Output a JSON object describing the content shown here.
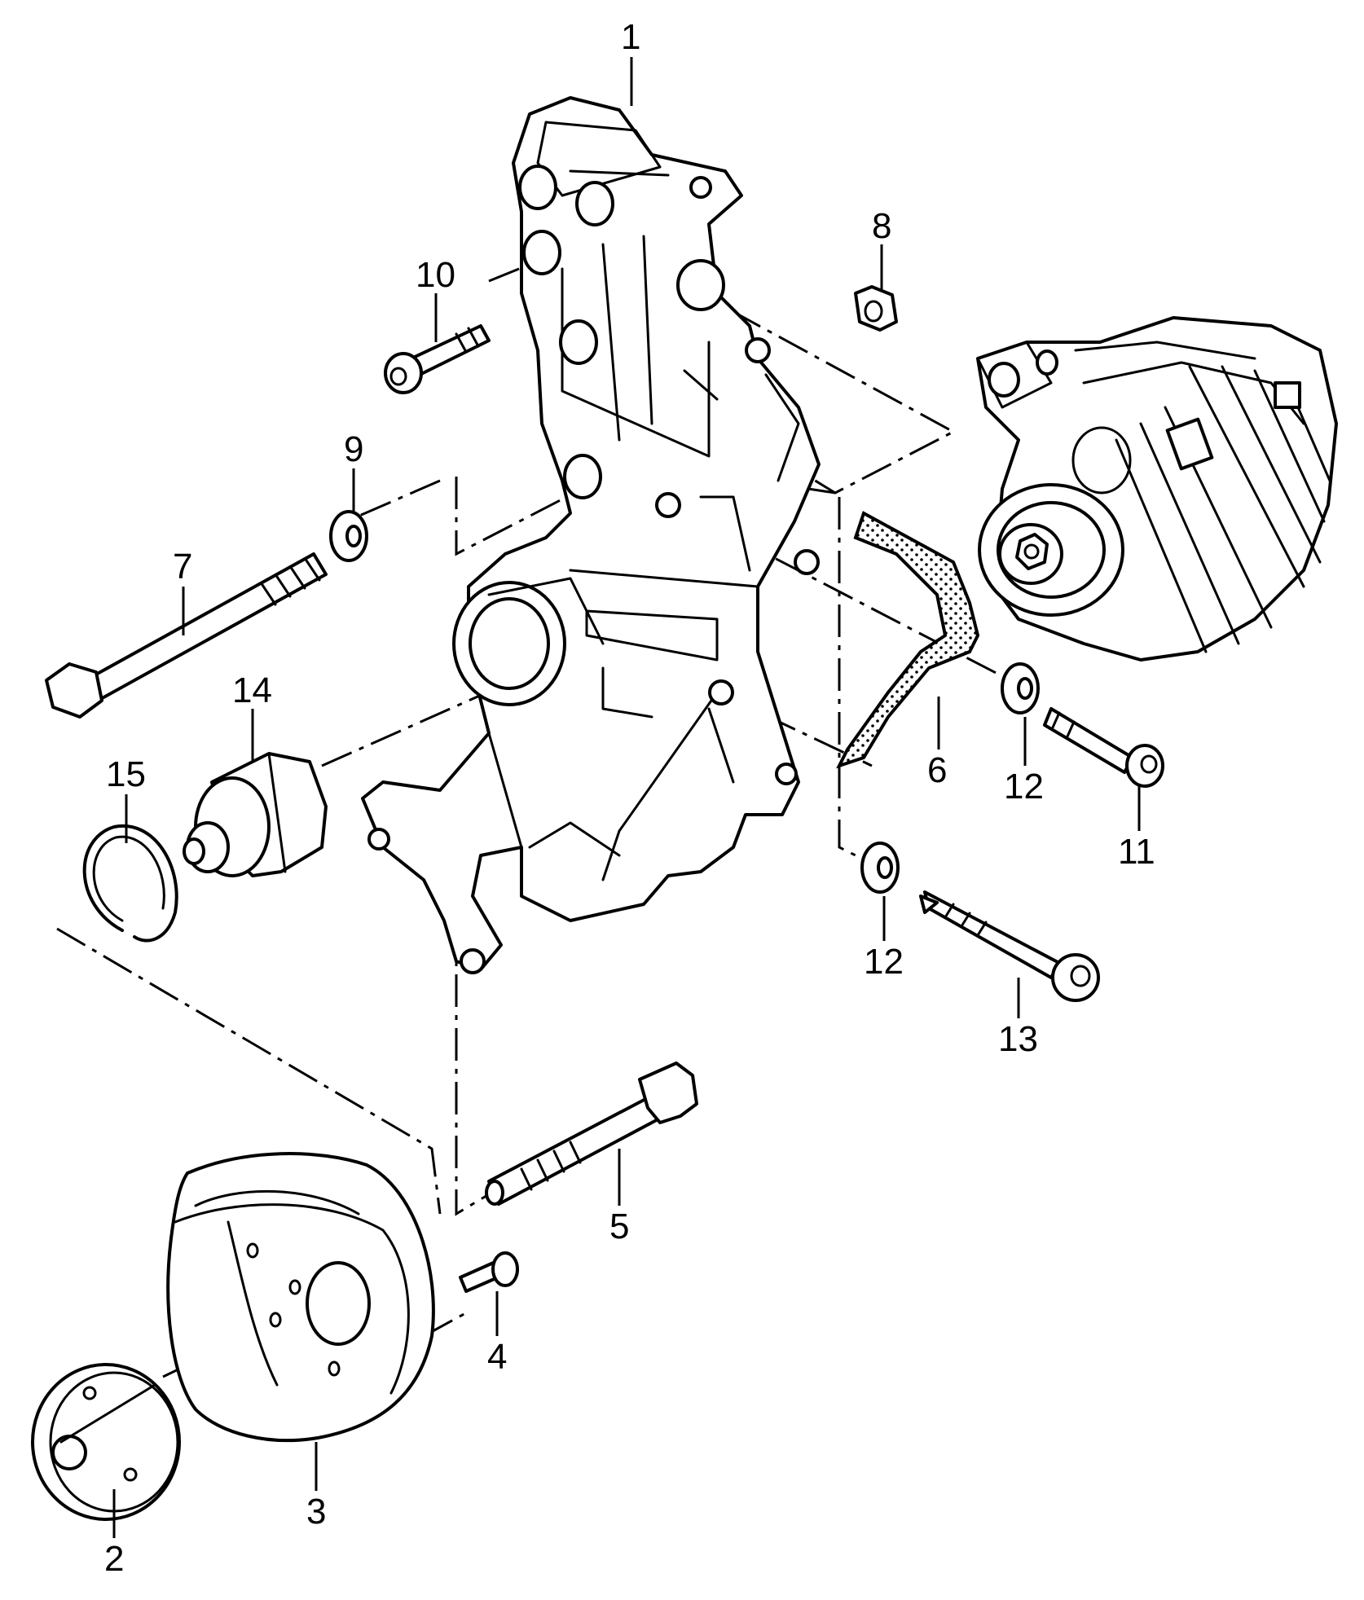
{
  "diagram": {
    "colors": {
      "ink": "#000000",
      "paper": "#ffffff"
    },
    "callouts": [
      {
        "id": "c1",
        "label": "1"
      },
      {
        "id": "c2",
        "label": "2"
      },
      {
        "id": "c3",
        "label": "3"
      },
      {
        "id": "c4",
        "label": "4"
      },
      {
        "id": "c5",
        "label": "5"
      },
      {
        "id": "c6",
        "label": "6"
      },
      {
        "id": "c7",
        "label": "7"
      },
      {
        "id": "c8",
        "label": "8"
      },
      {
        "id": "c9",
        "label": "9"
      },
      {
        "id": "c10",
        "label": "10"
      },
      {
        "id": "c11",
        "label": "11"
      },
      {
        "id": "c12a",
        "label": "12"
      },
      {
        "id": "c12b",
        "label": "12"
      },
      {
        "id": "c13",
        "label": "13"
      },
      {
        "id": "c14",
        "label": "14"
      },
      {
        "id": "c15",
        "label": "15"
      }
    ]
  }
}
